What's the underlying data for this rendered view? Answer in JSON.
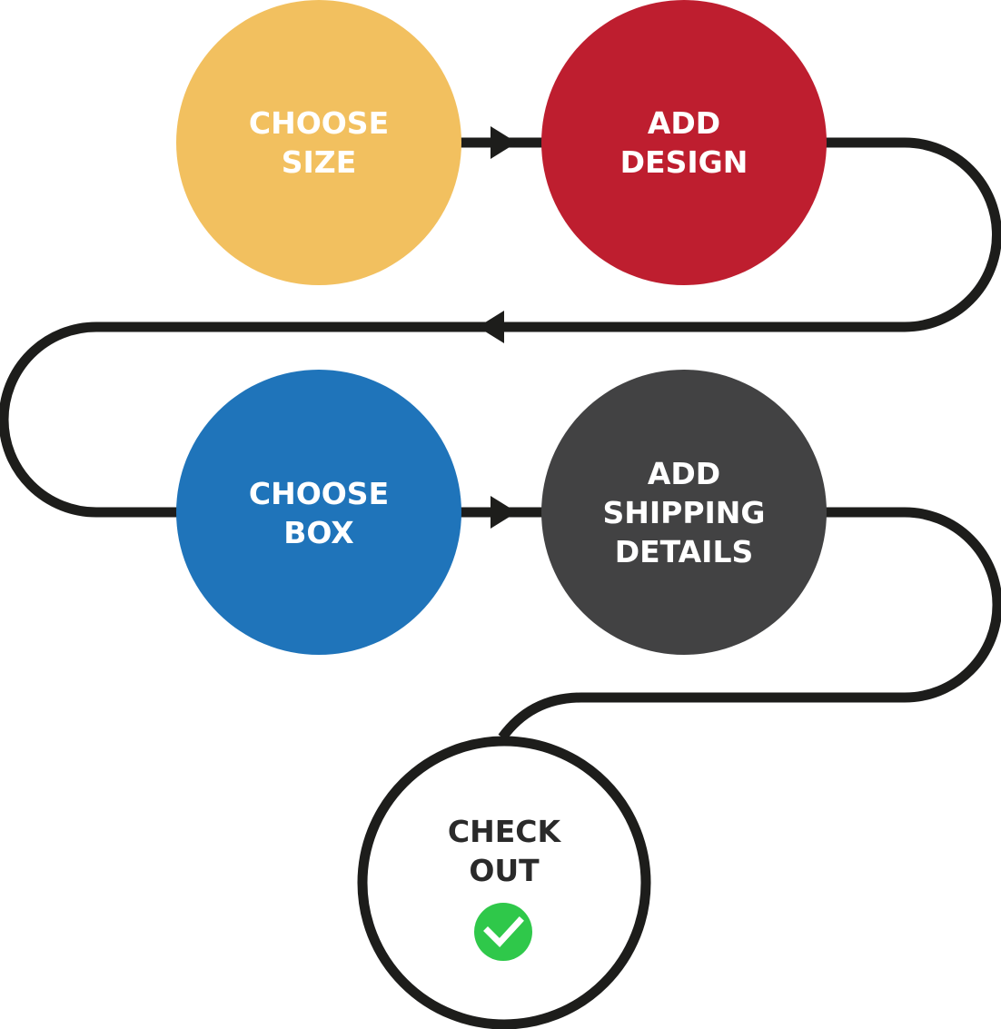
{
  "colors": {
    "connector": "#1d1d1b",
    "background": "#ffffff",
    "label_light": "#ffffff",
    "label_dark": "#2a2a2a",
    "check": "#2fc84a"
  },
  "steps": [
    {
      "id": "choose-size",
      "lines": [
        "CHOOSE",
        "SIZE"
      ],
      "fill": "#f2c05f"
    },
    {
      "id": "add-design",
      "lines": [
        "ADD",
        "DESIGN"
      ],
      "fill": "#be1e2f"
    },
    {
      "id": "choose-box",
      "lines": [
        "CHOOSE",
        "BOX"
      ],
      "fill": "#1f74ba"
    },
    {
      "id": "add-shipping-details",
      "lines": [
        "ADD",
        "SHIPPING",
        "DETAILS"
      ],
      "fill": "#424243"
    },
    {
      "id": "check-out",
      "lines": [
        "CHECK",
        "OUT"
      ],
      "fill": "#ffffff",
      "outlined": true,
      "icon": "check-circle-icon"
    }
  ]
}
